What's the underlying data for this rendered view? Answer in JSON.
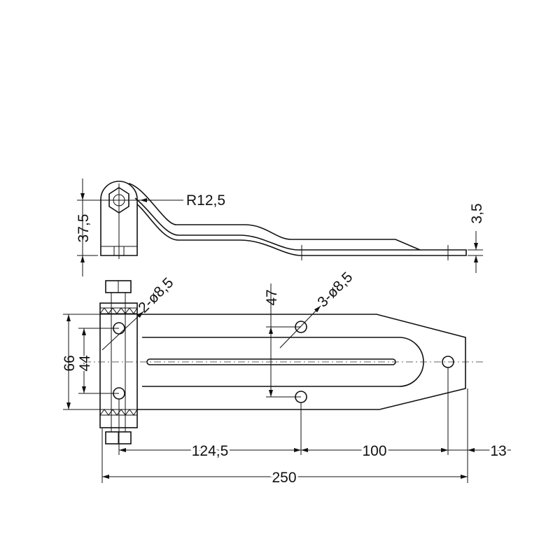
{
  "title": "Hinge technical drawing",
  "top_view": {
    "radius_label": "R12,5",
    "height_label": "37,5",
    "thickness_label": "3,5"
  },
  "bottom_view": {
    "hole_label_left": "2-ø8,5",
    "hole_label_center": "3-ø8,5",
    "width_outer": "66",
    "hole_spacing_left": "44",
    "hole_spacing_center": "47",
    "dim_124": "124,5",
    "dim_100": "100",
    "dim_13": "13",
    "dim_total": "250"
  }
}
